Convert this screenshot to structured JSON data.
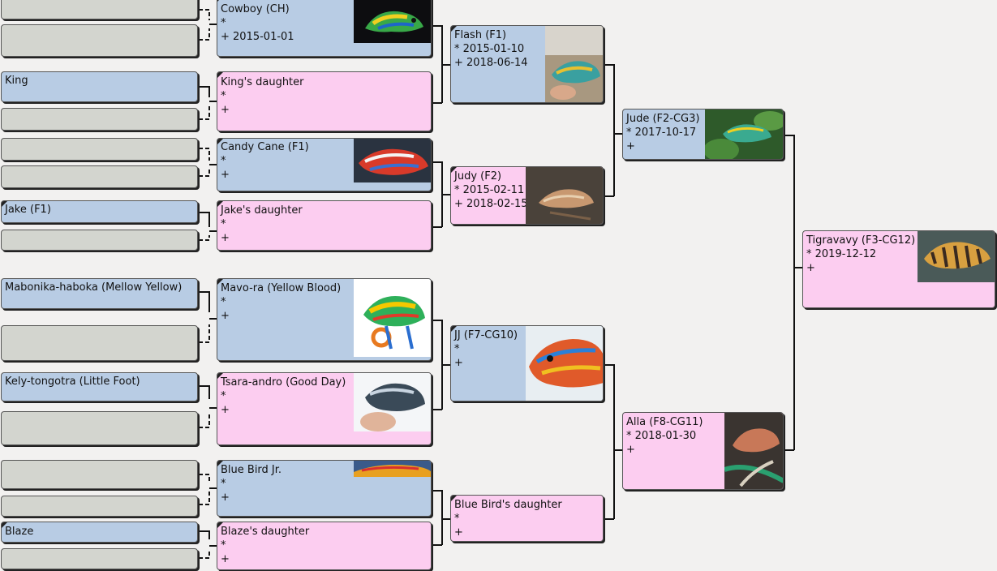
{
  "people": {
    "cowboy": {
      "name": "Cowboy (CH)",
      "birth": "*",
      "death": "+ 2015-01-01"
    },
    "kings_daughter": {
      "name": "King's daughter",
      "birth": "*",
      "death": "+"
    },
    "king": {
      "name": "King"
    },
    "candy_cane": {
      "name": "Candy Cane (F1)",
      "birth": "*",
      "death": "+"
    },
    "jake": {
      "name": "Jake (F1)"
    },
    "jakes_daughter": {
      "name": "Jake's daughter",
      "birth": "*",
      "death": "+"
    },
    "mabonika": {
      "name": "Mabonika-haboka (Mellow Yellow)"
    },
    "kely": {
      "name": "Kely-tongotra (Little Foot)"
    },
    "blaze": {
      "name": "Blaze"
    },
    "mavo_ra": {
      "name": "Mavo-ra (Yellow Blood)",
      "birth": "*",
      "death": "+"
    },
    "tsara_andro": {
      "name": "Tsara-andro (Good Day)",
      "birth": "*",
      "death": "+"
    },
    "blue_bird_jr": {
      "name": "Blue Bird Jr.",
      "birth": "*",
      "death": "+"
    },
    "blazes_daughter": {
      "name": "Blaze's daughter",
      "birth": "*",
      "death": "+"
    },
    "flash": {
      "name": "Flash (F1)",
      "birth": "* 2015-01-10",
      "death": "+ 2018-06-14"
    },
    "judy": {
      "name": "Judy (F2)",
      "birth": "* 2015-02-11",
      "death": "+ 2018-02-15"
    },
    "jj": {
      "name": "JJ (F7-CG10)",
      "birth": "*",
      "death": "+"
    },
    "blue_birds_daughter": {
      "name": "Blue Bird's daughter",
      "birth": "*",
      "death": "+"
    },
    "jude": {
      "name": "Jude (F2-CG3)",
      "birth": "* 2017-10-17",
      "death": "+"
    },
    "alla": {
      "name": "Alla (F8-CG11)",
      "birth": "* 2018-01-30",
      "death": "+"
    },
    "tigravavy": {
      "name": "Tigravavy (F3-CG12)",
      "birth": "* 2019-12-12",
      "death": "+"
    }
  },
  "colors": {
    "male": "#b8cce4",
    "female": "#fccdf0",
    "unknown": "#d3d5cf",
    "background": "#f2f1f0"
  },
  "icons": {
    "photo": "chameleon-photo-icon",
    "marker": "has-more-corner-icon"
  }
}
